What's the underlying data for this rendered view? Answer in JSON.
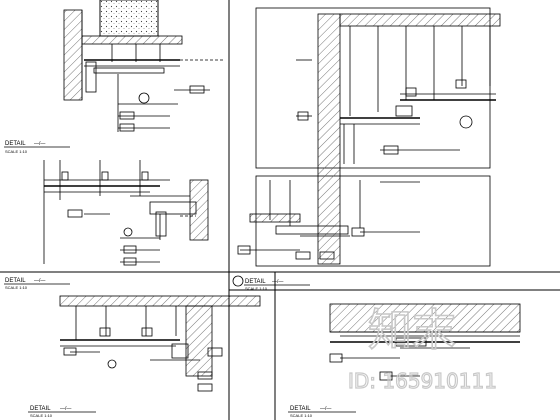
{
  "details": [
    {
      "title": "DETAIL",
      "suffix": "—/—",
      "scale": "SCALE 1:10"
    },
    {
      "title": "DETAIL",
      "suffix": "—/—",
      "scale": "SCALE 1:10"
    },
    {
      "title": "DETAIL",
      "suffix": "—/—",
      "scale": "SCALE 1:10"
    },
    {
      "title": "DETAIL",
      "suffix": "—/—",
      "scale": "SCALE 1:10"
    },
    {
      "title": "DETAIL",
      "suffix": "—/—",
      "scale": "SCALE 1:10"
    }
  ],
  "watermark": {
    "logo_text": "知末",
    "id_text": "ID: 165910111"
  },
  "colors": {
    "line": "#000000",
    "hatch": "#555555",
    "watermark": "#c8c8c8"
  }
}
